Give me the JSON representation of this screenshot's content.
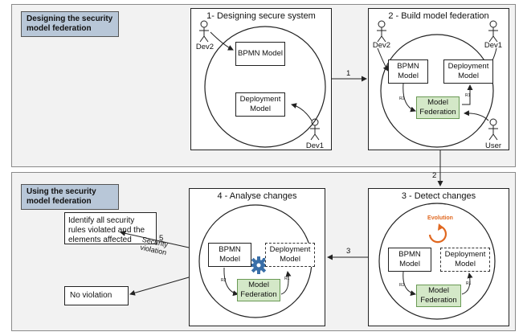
{
  "section_top": {
    "tag": "Designing the security model federation"
  },
  "section_bottom": {
    "tag": "Using the security model federation"
  },
  "step1": {
    "title": "1- Designing secure system",
    "bpmn": "BPMN Model",
    "deployment": "Deployment Model",
    "actor_dev2": "Dev2",
    "actor_dev1": "Dev1"
  },
  "step2": {
    "title": "2 - Build model federation",
    "bpmn": "BPMN Model",
    "deployment": "Deployment Model",
    "federation": "Model Federation",
    "actor_dev2": "Dev2",
    "actor_dev1": "Dev1",
    "actor_user": "User",
    "r2": "R2",
    "r1": "R1"
  },
  "step3": {
    "title": "3 - Detect changes",
    "evolution": "Evolution",
    "bpmn": "BPMN Model",
    "deployment": "Deployment Model",
    "federation": "Model Federation",
    "r2": "R2",
    "r1": "R1"
  },
  "step4": {
    "title": "4 - Analyse changes",
    "bpmn": "BPMN Model",
    "deployment": "Deployment Model",
    "federation": "Model Federation",
    "r2": "R2",
    "r1": "R1"
  },
  "outcomes": {
    "violation": "Identify all security rules violated and the elements affected",
    "no_violation": "No violation",
    "security_violation": "Security violation"
  },
  "arrows": {
    "a1": "1",
    "a2": "2",
    "a3": "3",
    "a5": "5"
  },
  "colors": {
    "band": "#f2f2f2",
    "tag": "#b8c7d8",
    "federation": "#d4e8c8",
    "evolution": "#e06820"
  }
}
